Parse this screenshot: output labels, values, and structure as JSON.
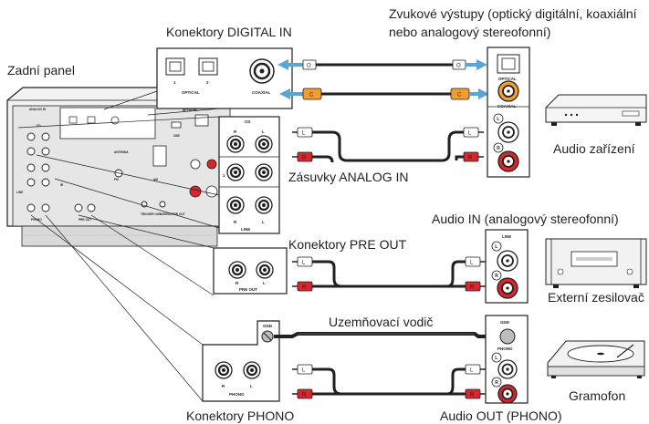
{
  "labels": {
    "rear_panel": "Zadní panel",
    "digital_in": "Konektory DIGITAL IN",
    "output_line1": "Zvukové výstupy (optický digitální, koaxiální",
    "output_line2": "nebo analogový stereofonní)",
    "analog_in": "Zásuvky ANALOG IN",
    "audio_device": "Audio zařízení",
    "pre_out": "Konektory PRE OUT",
    "audio_in_stereo": "Audio IN (analogový stereofonní)",
    "ext_amp": "Externí zesilovač",
    "ground_wire": "Uzemňovací vodič",
    "turntable": "Gramofon",
    "phono_conn": "Konektory PHONO",
    "audio_out_phono": "Audio OUT (PHONO)"
  },
  "panel_marks": {
    "optical": "OPTICAL",
    "coaxial": "COAXIAL",
    "one": "1",
    "two": "2",
    "cd": "CD",
    "line": "LINE",
    "r": "R",
    "l": "L",
    "pre_out": "PRE OUT",
    "gnd": "GND",
    "phono": "PHONO",
    "analog_in": "ANALOG IN",
    "digital_in": "DIGITAL IN",
    "network": "NETWORK",
    "usb": "USB",
    "antenna": "ANTENNA",
    "fm": "FM",
    "am": "AM",
    "trigger_out": "TRIGGER OUT",
    "subwoofer_out": "SUBWOOFER OUT",
    "ir": "IR"
  },
  "plug_marks": {
    "optical": "O",
    "coaxial": "C",
    "l": "L",
    "r": "R"
  },
  "colors": {
    "arrow": "#5aa4d6",
    "coax": "#f29e2e",
    "red_plug": "#d7262c",
    "ink": "#231f20",
    "panel_gray": "#e6e6e6"
  }
}
